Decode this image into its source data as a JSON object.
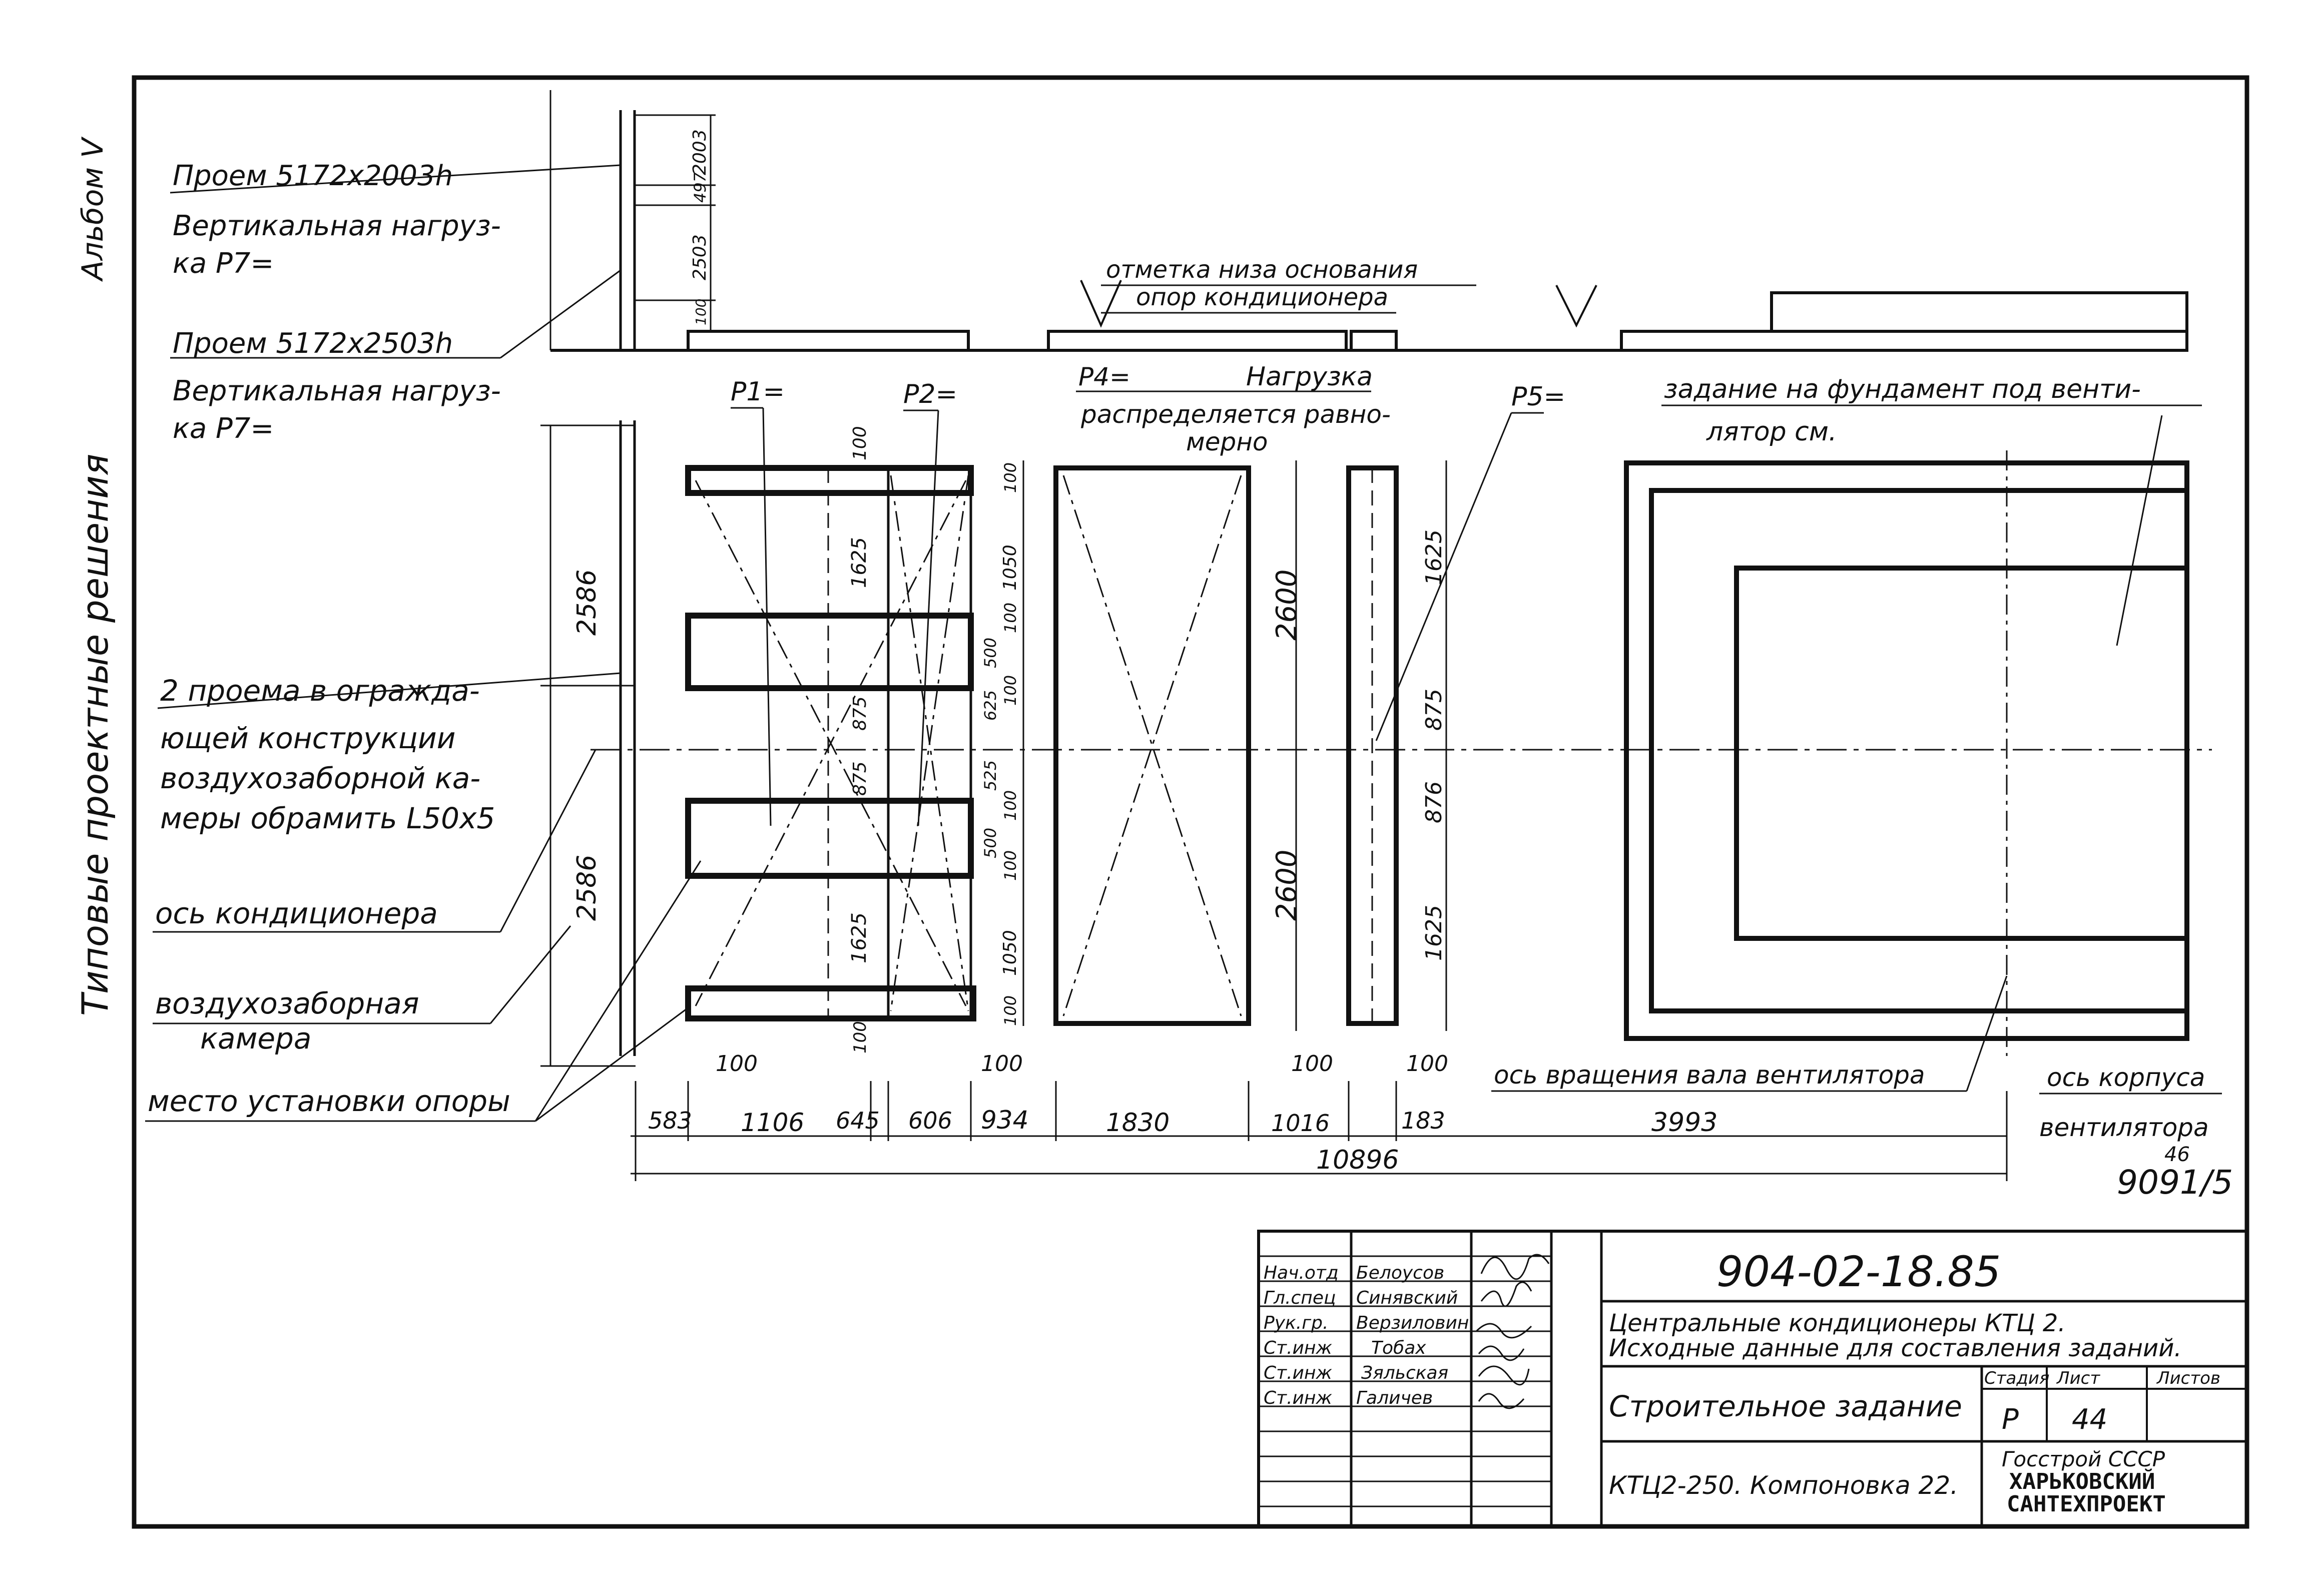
{
  "side_labels": {
    "album": "Альбом V",
    "series": "Типовые проектные решения"
  },
  "annotations": {
    "opening_1": "Проем 5172х2003h",
    "vertical_load_1a": "Вертикальная нагруз-",
    "vertical_load_1b": "ка Р7=",
    "opening_2": "Проем 5172х2503h",
    "vertical_load_2a": "Вертикальная нагруз-",
    "vertical_load_2b": "ка Р7=",
    "base_mark_1": "отметка низа основания",
    "base_mark_2": "опор кондиционера",
    "p1": "Р1=",
    "p2": "Р2=",
    "p4": "Р4=",
    "load_1": "Нагрузка",
    "load_2": "распределяется равно-",
    "load_3": "мерно",
    "p5": "Р5=",
    "fan_foundation_1": "задание на фундамент под венти-",
    "fan_foundation_2": "лятор см.",
    "frame_note_1": "2 проема в огражда-",
    "frame_note_2": "ющей конструкции",
    "frame_note_3": "воздухозаборной ка-",
    "frame_note_4": "меры обрамить L50х5",
    "axis_conditioner": "ось кондиционера",
    "intake_chamber_1": "воздухозаборная",
    "intake_chamber_2": "камера",
    "support_place": "место установки опоры",
    "fan_shaft_axis": "ось вращения вала вентилятора",
    "casing_axis_1": "ось корпуса",
    "casing_axis_2": "вентилятора",
    "sheet_ref_top": "46",
    "sheet_ref_bottom": "9091/5"
  },
  "dimensions": {
    "top_stack": [
      "2003",
      "497",
      "2503",
      "100"
    ],
    "left_heights": [
      "2586",
      "2586"
    ],
    "bottom_chain": [
      "583",
      "1106",
      "645",
      "606",
      "934",
      "1830",
      "1016",
      "183",
      "3993"
    ],
    "overall": "10896",
    "small_100": "100",
    "section_1_vertical": [
      "100",
      "1625",
      "875",
      "875",
      "1625"
    ],
    "section_2_vertical": [
      "100",
      "1050",
      "100",
      "500",
      "625",
      "100",
      "525",
      "100",
      "500",
      "100",
      "1050",
      "100"
    ],
    "section_1_bottom": "100",
    "section_2_bottom": "100",
    "section_4": [
      "2600",
      "2600"
    ],
    "section_5": [
      "1625",
      "875",
      "876",
      "1625"
    ],
    "section_5_bottom": "100"
  },
  "title_block": {
    "doc_number": "904-02-18.85",
    "title_line_1": "Центральные кондиционеры КТЦ 2.",
    "title_line_2": "Исходные данные для составления заданий.",
    "sheet_title": "Строительное задание",
    "layout_title": "КТЦ2-250. Компоновка 22.",
    "stage_header": "Стадия",
    "sheet_header": "Лист",
    "sheets_header": "Листов",
    "stage": "Р",
    "sheet": "44",
    "org_1": "Госстрой СССР",
    "org_2": "ХАРЬКОВСКИЙ",
    "org_3": "САНТЕХПРОЕКТ",
    "people": [
      {
        "role": "Нач.отд",
        "name": "Белоусов"
      },
      {
        "role": "Гл.спец",
        "name": "Синявский"
      },
      {
        "role": "Рук.гр.",
        "name": "Верзиловин"
      },
      {
        "role": "Ст.инж",
        "name": "Тобах"
      },
      {
        "role": "Ст.инж",
        "name": "Зяльская"
      },
      {
        "role": "Ст.инж",
        "name": "Галичев"
      }
    ]
  }
}
